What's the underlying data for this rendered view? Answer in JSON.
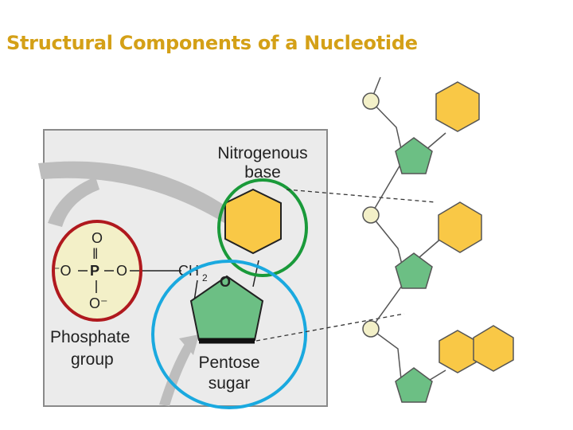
{
  "title": "Structural Components of a Nucleotide",
  "labels": {
    "nitrogenous_base_line1": "Nitrogenous",
    "nitrogenous_base_line2": "base",
    "phosphate_group_line1": "Phosphate",
    "phosphate_group_line2": "group",
    "pentose_sugar_line1": "Pentose",
    "pentose_sugar_line2": "sugar"
  },
  "phosphate_structure": {
    "top_oxygen": "O",
    "double_bond": "‖",
    "left_oxygen": "⁻O",
    "phosphorus": "P",
    "right_oxygen": "O",
    "bottom_oxygen": "O⁻",
    "ch2": "CH",
    "ch2_subscript": "2",
    "ring_oxygen": "O"
  },
  "colors": {
    "title": "#d4a017",
    "base_fill": "#f9c846",
    "sugar_fill": "#6cbf84",
    "phosphate_fill": "#f3f0c8",
    "panel_fill": "#ebebeb",
    "phosphate_circle": "#b0191e",
    "base_circle": "#1a9a3a",
    "sugar_circle": "#1aa9df"
  }
}
